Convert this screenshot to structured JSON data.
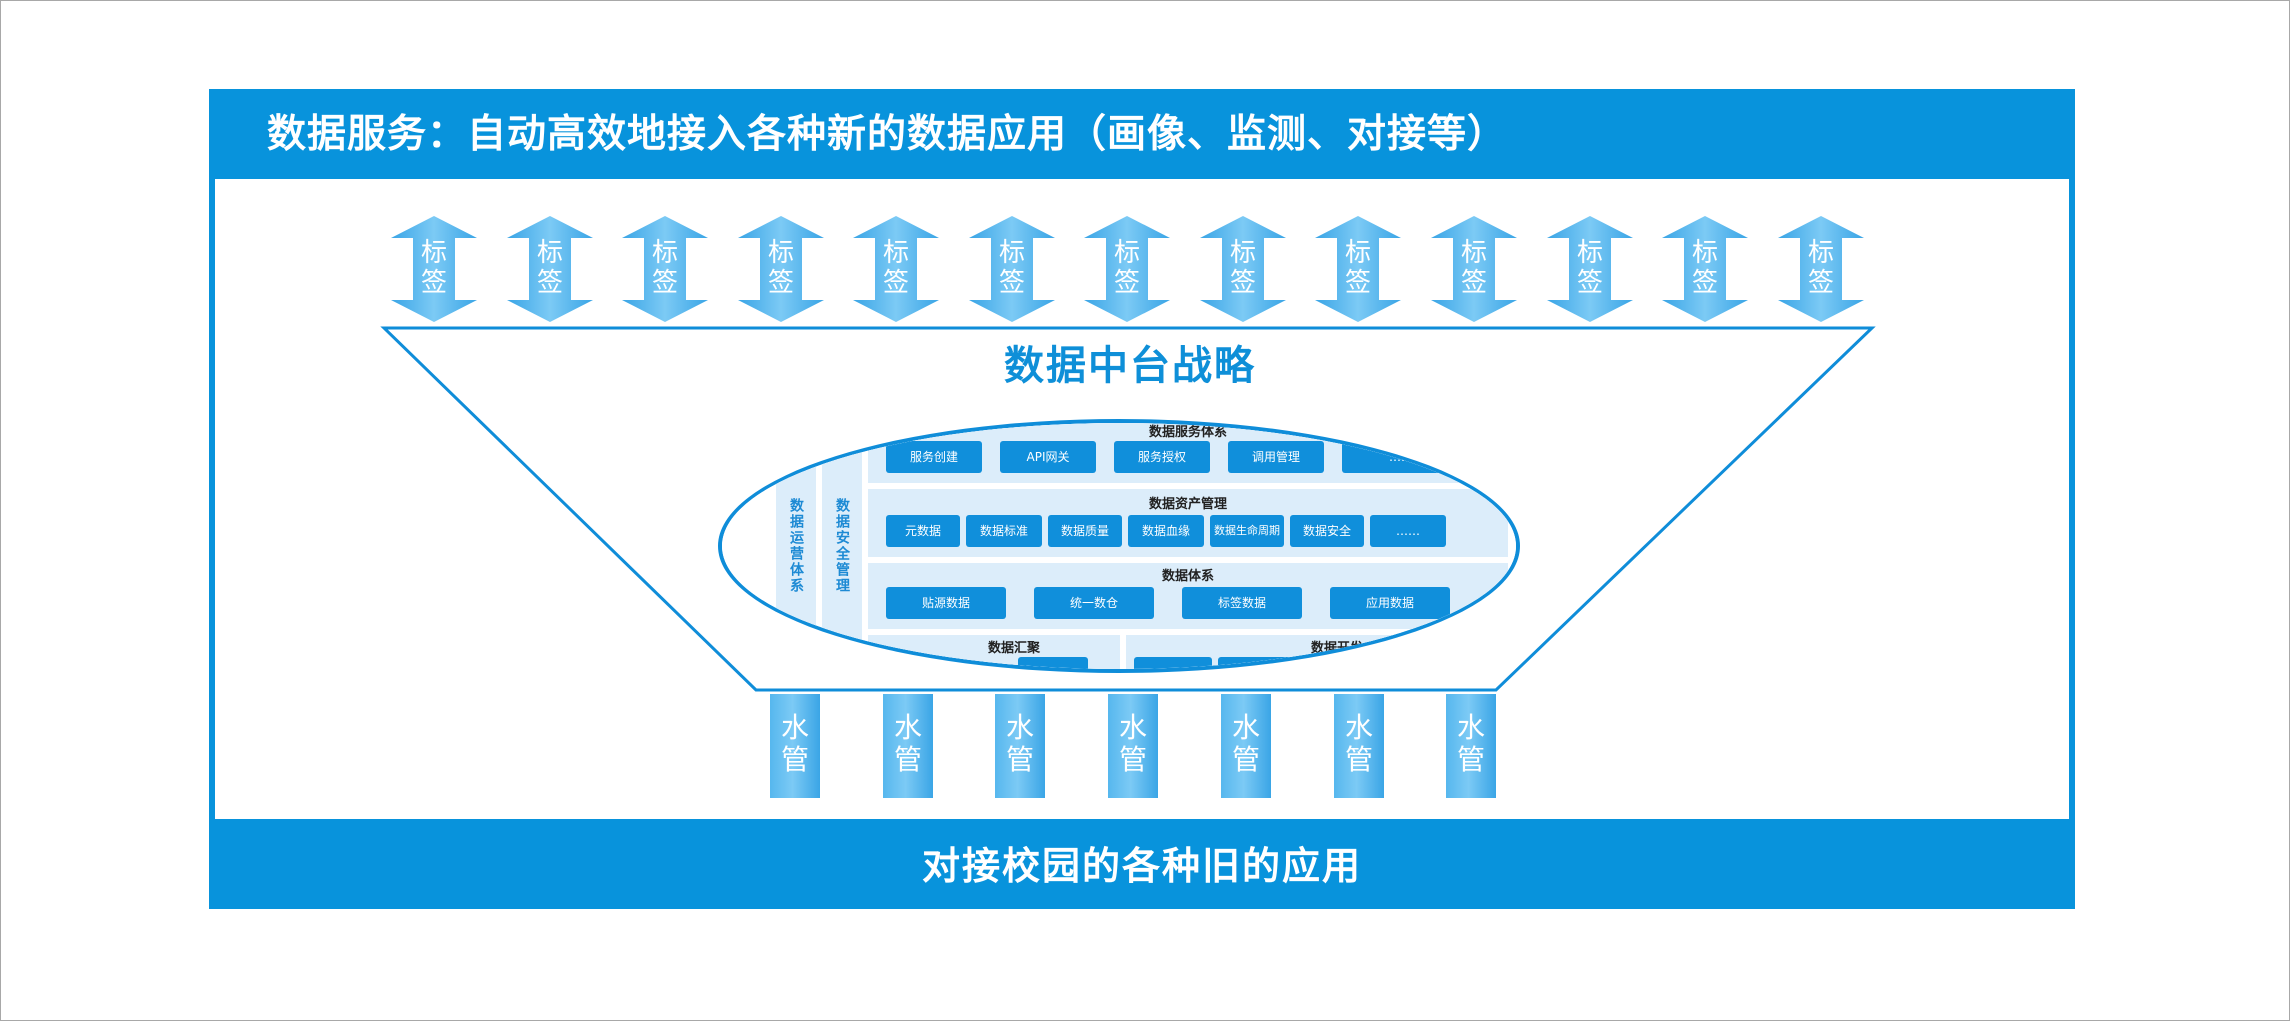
{
  "header": {
    "title": "数据服务：自动高效地接入各种新的数据应用（画像、监测、对接等）"
  },
  "footer": {
    "title": "对接校园的各种旧的应用"
  },
  "arrows": [
    {
      "label": "标签"
    },
    {
      "label": "标签"
    },
    {
      "label": "标签"
    },
    {
      "label": "标签"
    },
    {
      "label": "标签"
    },
    {
      "label": "标签"
    },
    {
      "label": "标签"
    },
    {
      "label": "标签"
    },
    {
      "label": "标签"
    },
    {
      "label": "标签"
    },
    {
      "label": "标签"
    },
    {
      "label": "标签"
    },
    {
      "label": "标签"
    }
  ],
  "funnel": {
    "title": "数据中台战略"
  },
  "core": {
    "side_bars": [
      "数据运营体系",
      "数据安全管理"
    ],
    "service_layer": {
      "title": "数据服务体系",
      "items": [
        "服务创建",
        "API网关",
        "服务授权",
        "调用管理",
        "……"
      ]
    },
    "asset_layer": {
      "title": "数据资产管理",
      "items": [
        "元数据",
        "数据标准",
        "数据质量",
        "数据血缘",
        "数据生命周期",
        "数据安全",
        "……"
      ]
    },
    "data_layer": {
      "title": "数据体系",
      "items": [
        "贴源数据",
        "统一数仓",
        "标签数据",
        "应用数据"
      ]
    },
    "bottom_left": {
      "title": "数据汇聚"
    },
    "bottom_right": {
      "title": "数据开发"
    }
  },
  "pipes": [
    {
      "label": "水管"
    },
    {
      "label": "水管"
    },
    {
      "label": "水管"
    },
    {
      "label": "水管"
    },
    {
      "label": "水管"
    },
    {
      "label": "水管"
    },
    {
      "label": "水管"
    }
  ],
  "colors": {
    "brand_blue": "#0893dc",
    "arrow_blue": "#5bbcf0",
    "layer_tint": "#dcedfa"
  }
}
